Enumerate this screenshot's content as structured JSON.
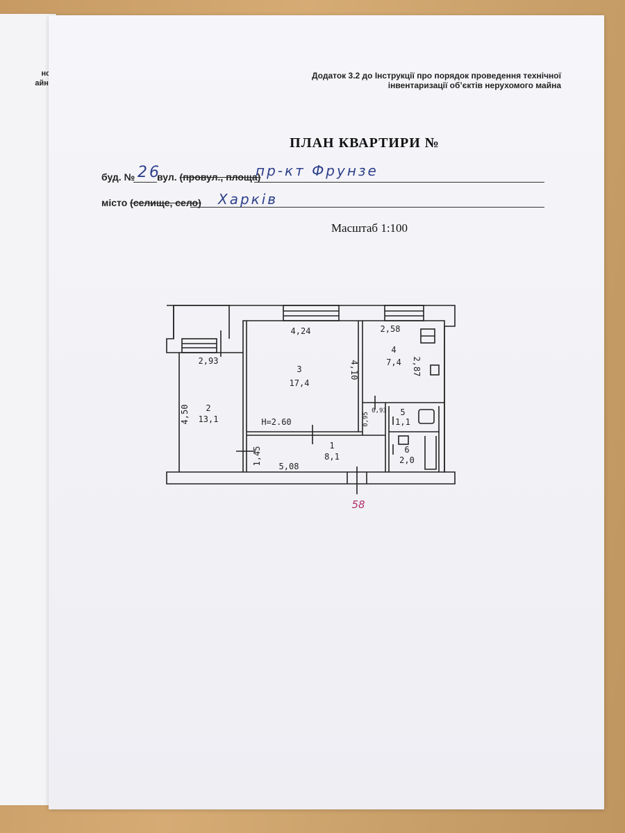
{
  "document": {
    "annex_line1": "Додаток 3.2 до Інструкції про порядок проведення технічної",
    "annex_line2": "інвентаризації об’єктів нерухомого майна",
    "title": "ПЛАН  КВАРТИРИ №",
    "building_label": "буд. №",
    "building_number": "26",
    "street_label_plain": " вул. ",
    "street_label_struck": "(провул., площа)",
    "street_value": "пр-кт  Фрунзе",
    "city_label_plain": "місто ",
    "city_label_struck": "(селище, село)",
    "city_value": "Харків",
    "scale": "Масштаб 1:100"
  },
  "back_sheet": {
    "edge_line1": "ної",
    "edge_line2": "айна"
  },
  "plan": {
    "rooms": [
      {
        "number": "1",
        "area": "8,1"
      },
      {
        "number": "2",
        "area": "13,1"
      },
      {
        "number": "3",
        "area": "17,4"
      },
      {
        "number": "4",
        "area": "7,4"
      },
      {
        "number": "5",
        "area": "1,1"
      },
      {
        "number": "6",
        "area": "2,0"
      }
    ],
    "dimensions": {
      "room3_top": "4,24",
      "room4_top": "2,58",
      "room2_top": "2,93",
      "room3_right": "4,10",
      "room4_right": "2,87",
      "room2_left": "4,50",
      "height": "H=2.60",
      "hall_left": "1,45",
      "hall_bottom": "5,08",
      "corridor_small": "0,95",
      "bath_small": "0,93"
    },
    "annotation": "58"
  }
}
